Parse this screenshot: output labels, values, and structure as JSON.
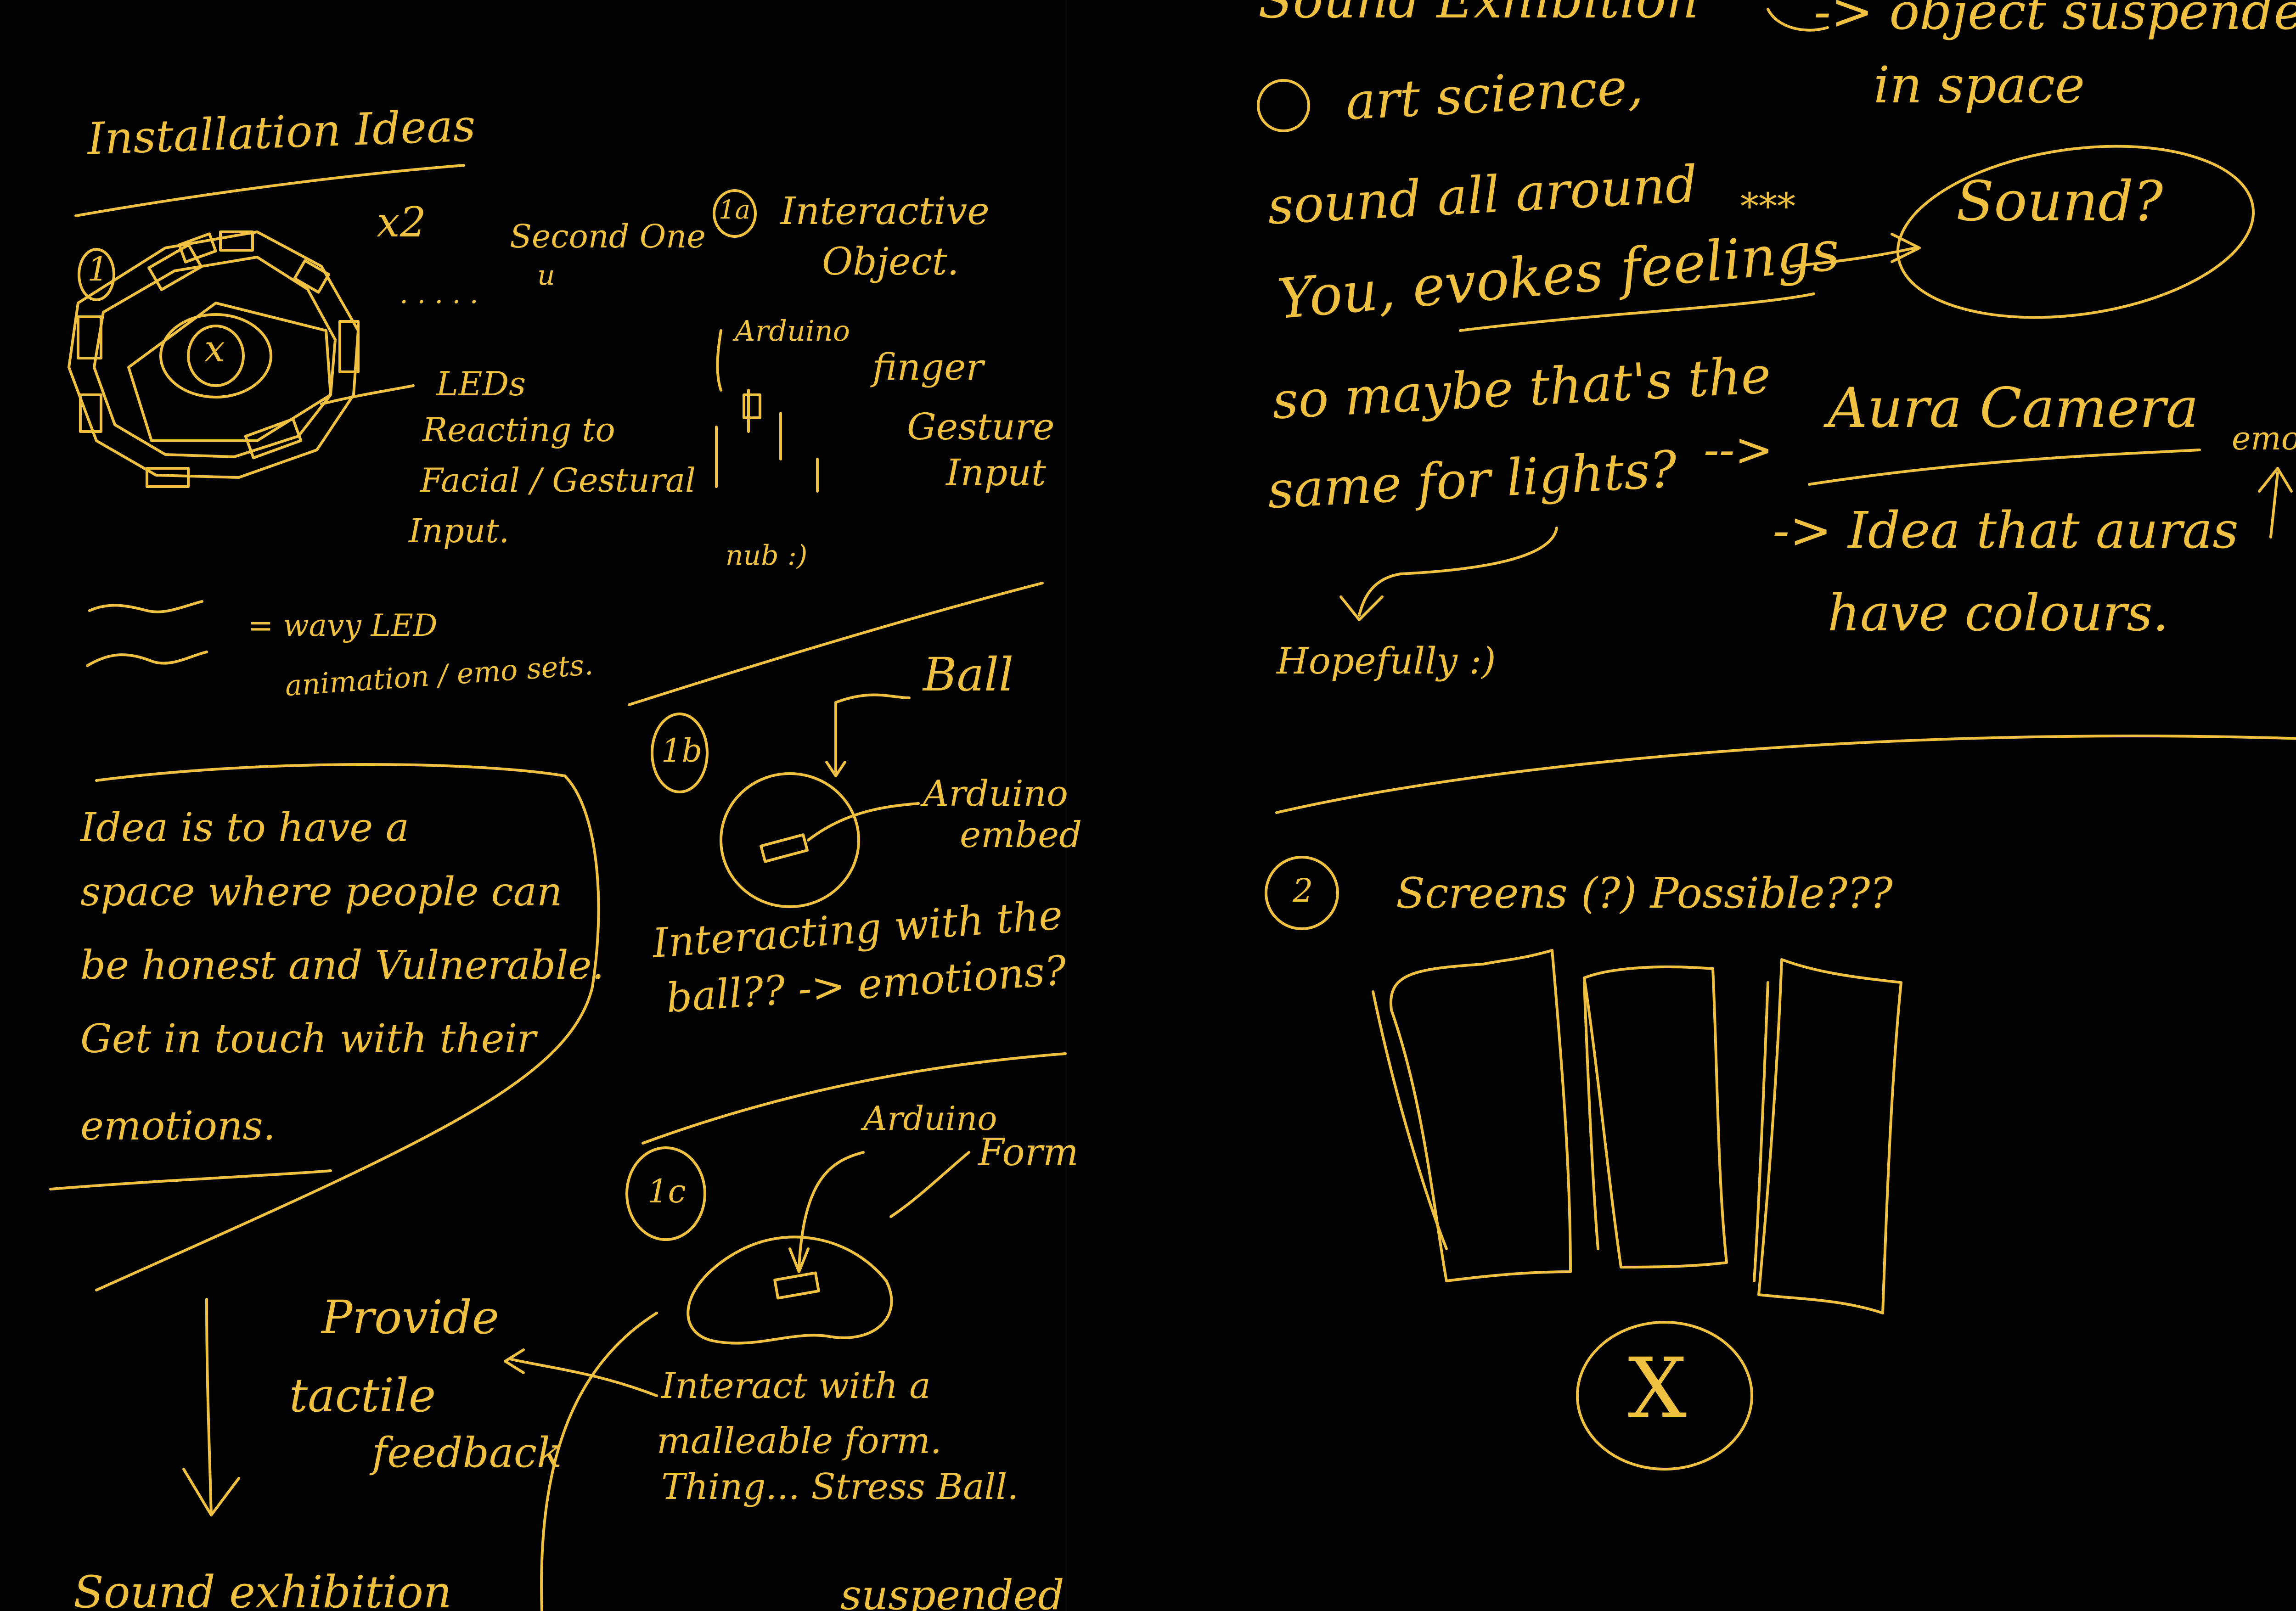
{
  "ink_color": "#f0c040",
  "background_color": "#020202",
  "left_page": {
    "heading": "Installation Ideas",
    "idea1": {
      "number": "1",
      "count_note": "x2",
      "second_one": "Second One",
      "ditto": "u",
      "ellipsis": ". . . . .",
      "center_mark": "x",
      "leds_label": [
        "LEDs",
        "Reacting to",
        "Facial / Gestural",
        "Input."
      ]
    },
    "idea1a": {
      "number": "1a",
      "title": [
        "Interactive",
        "Object."
      ],
      "arduino": "Arduino",
      "finger_label": [
        "finger",
        "Gesture",
        "Input"
      ],
      "note": "nub :)"
    },
    "wavy_note": [
      "= wavy LED",
      "animation / emo sets."
    ],
    "idea_text": [
      "Idea is to have a",
      "space where people can",
      "be honest and Vulnerable.",
      "Get in touch with their",
      "emotions."
    ],
    "provide": [
      "Provide",
      "tactile",
      "feedback"
    ],
    "sound_bottom": "Sound exhibition",
    "idea1b": {
      "number": "1b",
      "ball": "Ball",
      "arduino_label": [
        "Arduino",
        "embed"
      ],
      "text": [
        "Interacting with the",
        "ball?? -> emotions?"
      ]
    },
    "idea1c": {
      "number": "1c",
      "arduino": "Arduino",
      "form": "Form",
      "text": [
        "Interact with a",
        "malleable form.",
        "Thing... Stress Ball."
      ],
      "bottom": "suspended"
    }
  },
  "right_page": {
    "top_cut": "Sound Exhibition",
    "object_note": [
      "-> object suspended",
      "in space"
    ],
    "art_science": "art science,",
    "sound_around": "sound all around",
    "evokes": "You, evokes feelings",
    "stars": "***",
    "sound_q": "Sound?",
    "so_maybe": "so maybe that's the",
    "same_for": "same for lights?",
    "arrow": "-->",
    "aura": "Aura Camera",
    "emotion_cut": "emotion",
    "idea_note": [
      "-> Idea that auras",
      "have colours."
    ],
    "hopefully": "Hopefully :)",
    "idea2": {
      "number": "2",
      "screens": "Screens (?) Possible???",
      "x_mark": "X"
    }
  }
}
